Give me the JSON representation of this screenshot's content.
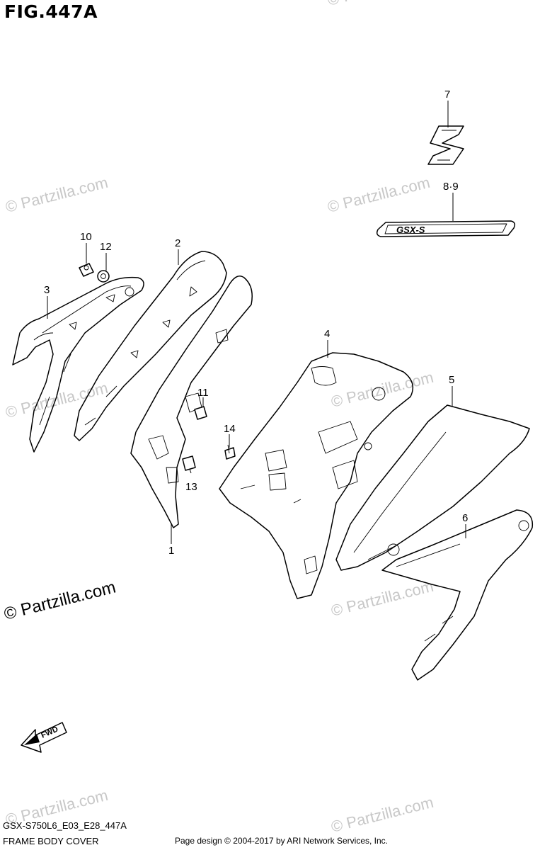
{
  "figure": {
    "title": "FIG.447A",
    "code": "GSX-S750L6_E03_E28_447A",
    "name": "FRAME BODY COVER",
    "copyright": "Page design © 2004-2017 by ARI Network Services, Inc."
  },
  "callouts": {
    "c1": "1",
    "c2": "2",
    "c3": "3",
    "c4": "4",
    "c5": "5",
    "c6": "6",
    "c7": "7",
    "c89": "8·9",
    "c10": "10",
    "c11": "11",
    "c12": "12",
    "c13": "13",
    "c14": "14"
  },
  "emblem_text": "GSX-S",
  "fwd_label": "FWD",
  "watermark": "© Partzilla.com",
  "watermark_color": "#c8c8c8"
}
